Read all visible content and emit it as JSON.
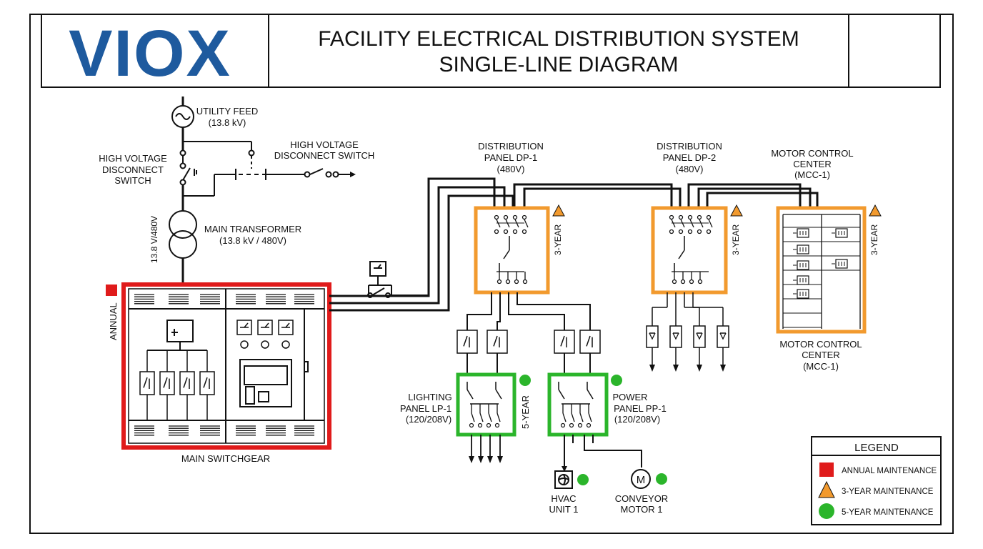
{
  "logo": {
    "text": "VIOX"
  },
  "title": {
    "line1": "FACILITY ELECTRICAL DISTRIBUTION SYSTEM",
    "line2": "SINGLE-LINE DIAGRAM"
  },
  "utility_feed": {
    "line1": "UTILITY FEED",
    "line2": "(13.8 kV)"
  },
  "hv_disconnect_left": {
    "line1": "HIGH VOLTAGE",
    "line2": "DISCONNECT",
    "line3": "SWITCH"
  },
  "hv_disconnect_right": {
    "line1": "HIGH VOLTAGE",
    "line2": "DISCONNECT SWITCH"
  },
  "main_transformer": {
    "line1": "MAIN TRANSFORMER",
    "line2": "(13.8 kV / 480V)",
    "side_label": "13.8 V/480V"
  },
  "main_switchgear": {
    "label": "MAIN SWITCHGEAR",
    "maintenance": "ANNUAL"
  },
  "dp1": {
    "line1": "DISTRIBUTION",
    "line2": "PANEL DP-1",
    "line3": "(480V)",
    "maintenance": "3-YEAR"
  },
  "dp2": {
    "line1": "DISTRIBUTION",
    "line2": "PANEL DP-2",
    "line3": "(480V)",
    "maintenance": "3-YEAR"
  },
  "mcc_top": {
    "line1": "MOTOR CONTROL",
    "line2": "CENTER",
    "line3": "(MCC-1)"
  },
  "mcc_bottom": {
    "line1": "MOTOR CONTROL",
    "line2": "CENTER",
    "line3": "(MCC-1)",
    "maintenance": "3-YEAR"
  },
  "lp1": {
    "line1": "LIGHTING",
    "line2": "PANEL LP-1",
    "line3": "(120/208V)",
    "maintenance": "5-YEAR"
  },
  "pp1": {
    "line1": "POWER",
    "line2": "PANEL PP-1",
    "line3": "(120/208V)"
  },
  "hvac": {
    "line1": "HVAC",
    "line2": "UNIT 1"
  },
  "conveyor": {
    "line1": "CONVEYOR",
    "line2": "MOTOR 1",
    "symbol": "M"
  },
  "legend": {
    "title": "LEGEND",
    "items": [
      {
        "label": "ANNUAL MAINTENANCE",
        "shape": "square",
        "color": "#e01b1b"
      },
      {
        "label": "3-YEAR MAINTENANCE",
        "shape": "triangle",
        "color": "#f29a2e"
      },
      {
        "label": "5-YEAR MAINTENANCE",
        "shape": "circle",
        "color": "#2bb52b"
      }
    ]
  },
  "colors": {
    "annual": "#e01b1b",
    "three_year": "#f29a2e",
    "five_year": "#2bb52b",
    "logo_blue": "#1e5a9e"
  }
}
